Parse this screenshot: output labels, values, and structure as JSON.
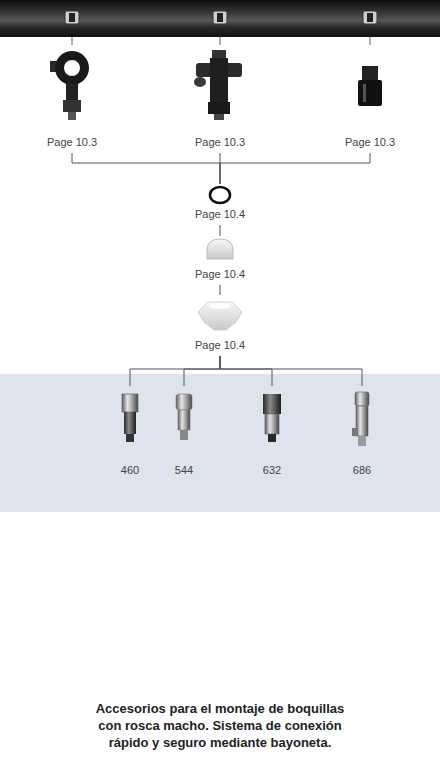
{
  "diagram": {
    "caption": "Accesorios para el montaje de boquillas con rosca macho. Sistema de conexión rápido y seguro mediante bayoneta.",
    "nodes": [
      {
        "text": [
          "Page 10.3"
        ]
      },
      {
        "text": [
          "Page 10.3"
        ]
      },
      {
        "text": [
          "Page 10.3"
        ]
      },
      {
        "text": [
          "Page 10.4"
        ]
      },
      {
        "text": [
          "Page 10.4"
        ]
      },
      {
        "text": [
          "Page 10.4"
        ]
      },
      {
        "text": [
          "460"
        ]
      },
      {
        "text": [
          "544"
        ]
      },
      {
        "text": [
          "632"
        ]
      },
      {
        "text": [
          "686"
        ]
      }
    ],
    "edges": [
      {
        "from": 0,
        "to": 3,
        "arrow": "none"
      },
      {
        "from": 1,
        "to": 3,
        "arrow": "none"
      },
      {
        "from": 2,
        "to": 3,
        "arrow": "none"
      },
      {
        "from": 3,
        "to": 4,
        "arrow": "none"
      },
      {
        "from": 4,
        "to": 5,
        "arrow": "none"
      },
      {
        "from": 5,
        "to": 6,
        "arrow": "none"
      },
      {
        "from": 5,
        "to": 7,
        "arrow": "none"
      },
      {
        "from": 5,
        "to": 8,
        "arrow": "none"
      },
      {
        "from": 5,
        "to": 9,
        "arrow": "none"
      }
    ]
  }
}
